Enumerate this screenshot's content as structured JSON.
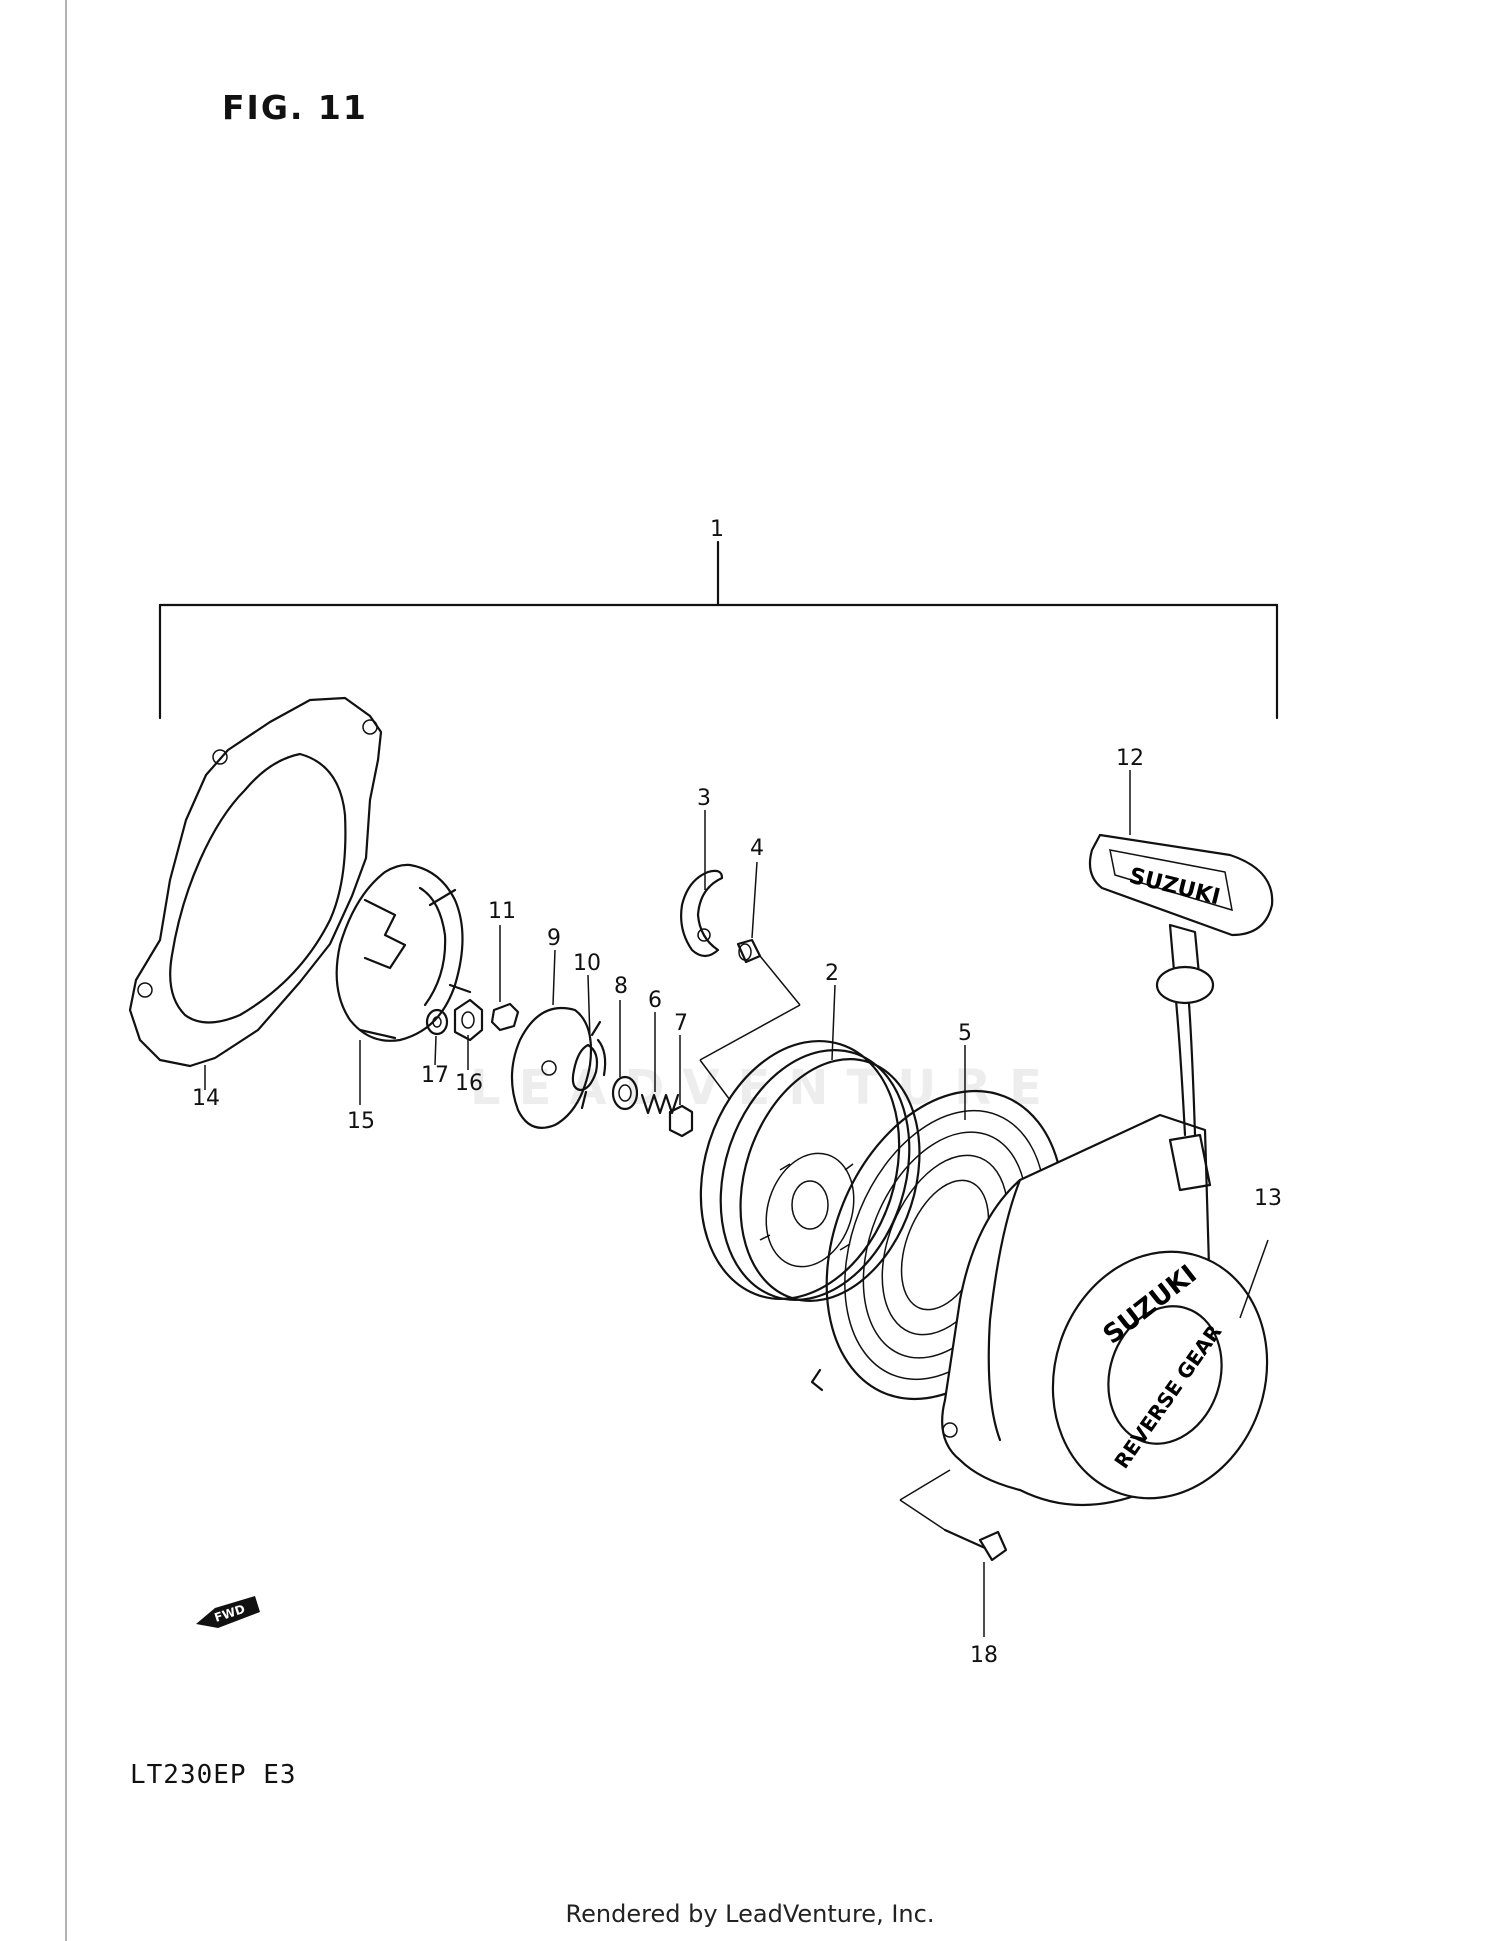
{
  "figure": {
    "title": "FIG. 11",
    "model": "LT230EP  E3",
    "footer": "Rendered by LeadVenture, Inc.",
    "watermark": "LEADVENTURE",
    "fwd_label": "FWD"
  },
  "parts": {
    "handle_brand": "SUZUKI",
    "cover_brand": "SUZUKI",
    "cover_text": "REVERSE GEAR"
  },
  "callouts": [
    "1",
    "2",
    "3",
    "4",
    "5",
    "6",
    "7",
    "8",
    "9",
    "10",
    "11",
    "12",
    "13",
    "14",
    "15",
    "16",
    "17",
    "18"
  ]
}
